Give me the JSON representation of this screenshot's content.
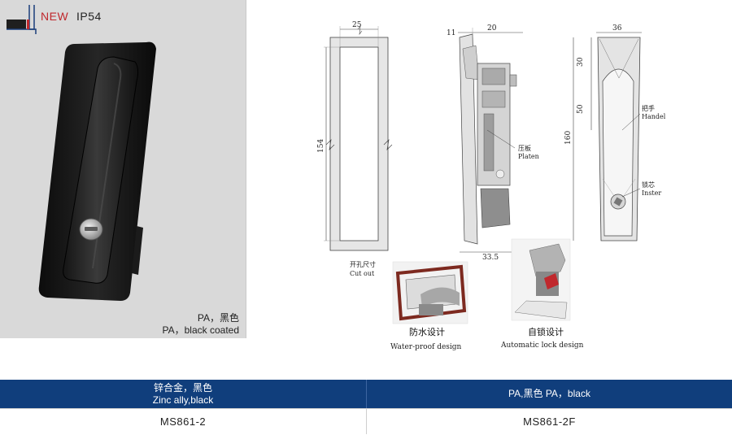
{
  "badge": {
    "new_label": "NEW",
    "rating": "IP54"
  },
  "photo": {
    "material_cn": "PA，黑色",
    "material_en": "PA，black coated"
  },
  "drawing": {
    "dims": {
      "cutout_width": "25",
      "cutout_height": "154",
      "side_front": "11",
      "side_depth": "20",
      "side_bottom": "33.5",
      "front_width": "36",
      "front_top": "30",
      "front_mid": "50",
      "front_total": "160"
    },
    "labels": {
      "cutout_cn": "开孔尺寸",
      "cutout_en": "Cut out",
      "platen_cn": "压板",
      "platen_en": "Platen",
      "handle_cn": "把手",
      "handle_en": "Handel",
      "core_cn": "锁芯",
      "core_en": "Inster"
    },
    "captions": {
      "waterproof_cn": "防水设计",
      "waterproof_en": "Water-proof design",
      "autolock_cn": "自锁设计",
      "autolock_en": "Automatic lock design"
    }
  },
  "table": {
    "col1_header_cn": "锌合金，黑色",
    "col1_header_en": "Zinc ally,black",
    "col2_header": "PA,黑色 PA，black",
    "col1_model": "MS861-2",
    "col2_model": "MS861-2F",
    "header_color": "#103e7c"
  }
}
